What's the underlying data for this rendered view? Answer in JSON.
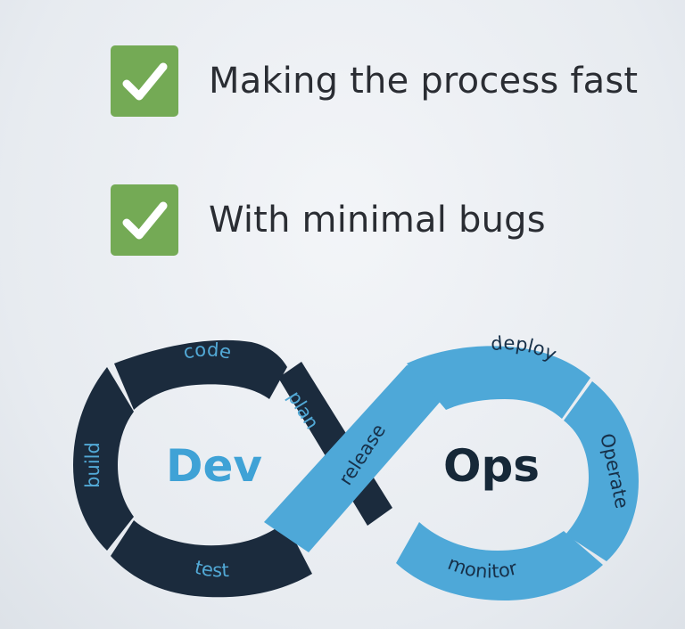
{
  "checklist": [
    {
      "text": "Making the process fast",
      "icon": "check-icon"
    },
    {
      "text": "With minimal bugs",
      "icon": "check-icon"
    }
  ],
  "diagram": {
    "dev_word": "Dev",
    "ops_word": "Ops",
    "stages": {
      "code": "code",
      "plan": "plan",
      "build": "build",
      "test": "test",
      "release": "release",
      "deploy": "deploy",
      "operate": "Operate",
      "monitor": "monitor"
    },
    "colors": {
      "dev_loop": "#1b2b3d",
      "ops_loop": "#4ea8d8",
      "checkbox": "#74aa55"
    }
  }
}
